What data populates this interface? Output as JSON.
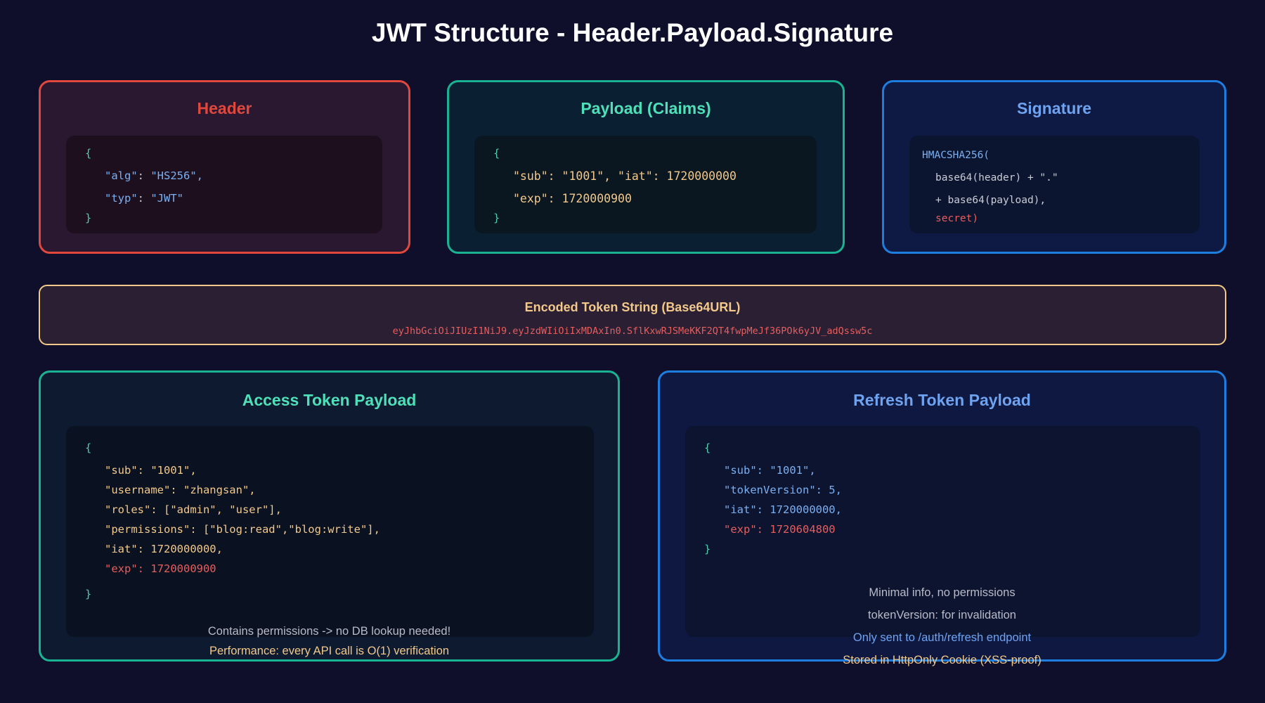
{
  "title": "JWT Structure - Header.Payload.Signature",
  "colors": {
    "background": "#0f0f2b",
    "header_accent": "#e0483e",
    "payload_accent": "#19b394",
    "signature_accent": "#1e7ee0",
    "encoded_accent": "#f3c98b",
    "expiry_red": "#e85d5d"
  },
  "header": {
    "title": "Header",
    "open": "{",
    "alg_key": "\"alg\"",
    "alg_value": "\"HS256\",",
    "typ_key": "\"typ\"",
    "typ_value": "\"JWT\"",
    "close": "}"
  },
  "payload": {
    "title": "Payload (Claims)",
    "open": "{",
    "line1": "\"sub\": \"1001\", \"iat\": 1720000000",
    "line2": "\"exp\": 1720000900",
    "close": "}"
  },
  "signature": {
    "title": "Signature",
    "line1": "HMACSHA256(",
    "line2": "base64(header) + \".\"",
    "line3": "+ base64(payload),",
    "line4": "secret)"
  },
  "encoded": {
    "title": "Encoded Token String (Base64URL)",
    "token": "eyJhbGciOiJIUzI1NiJ9.eyJzdWIiOiIxMDAxIn0.SflKxwRJSMeKKF2QT4fwpMeJf36POk6yJV_adQssw5c"
  },
  "access": {
    "title": "Access Token Payload",
    "open": "{",
    "lines": [
      "\"sub\": \"1001\",",
      "\"username\": \"zhangsan\",",
      "\"roles\": [\"admin\", \"user\"],",
      "\"permissions\": [\"blog:read\",\"blog:write\"],",
      "\"iat\": 1720000000,"
    ],
    "exp_line": "\"exp\": 1720000900",
    "close": "}",
    "note1": "Contains permissions -> no DB lookup needed!",
    "note2": "Performance: every API call is O(1) verification"
  },
  "refresh": {
    "title": "Refresh Token Payload",
    "open": "{",
    "lines": [
      "\"sub\": \"1001\",",
      "\"tokenVersion\": 5,",
      "\"iat\": 1720000000,"
    ],
    "exp_line": "\"exp\": 1720604800",
    "close": "}",
    "note1": "Minimal info, no permissions",
    "note2": "tokenVersion: for invalidation",
    "note3": "Only sent to /auth/refresh endpoint",
    "note4": "Stored in HttpOnly Cookie (XSS-proof)"
  }
}
